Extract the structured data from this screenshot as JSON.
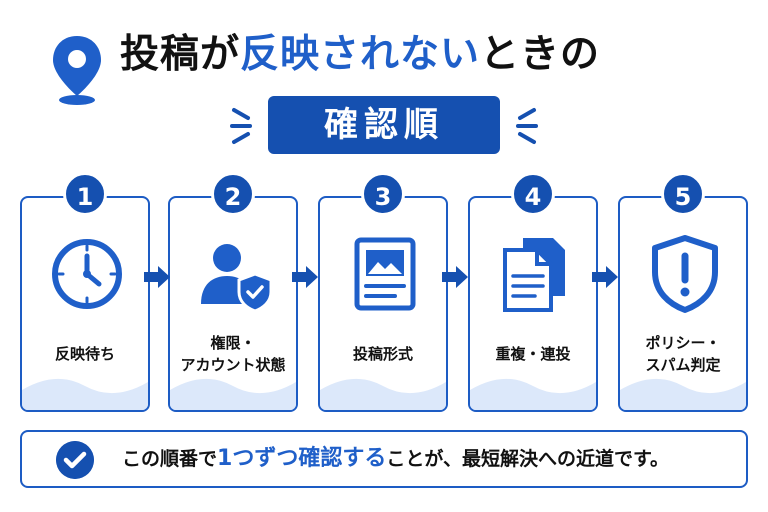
{
  "header": {
    "title_part1": "投稿が",
    "title_highlight": "反映されない",
    "title_part2": "ときの",
    "subtitle": "確認順"
  },
  "steps": [
    {
      "number": "1",
      "label_line1": "反映待ち",
      "label_line2": "",
      "icon": "clock-icon"
    },
    {
      "number": "2",
      "label_line1": "権限・",
      "label_line2": "アカウント状態",
      "icon": "user-shield-icon"
    },
    {
      "number": "3",
      "label_line1": "投稿形式",
      "label_line2": "",
      "icon": "document-image-icon"
    },
    {
      "number": "4",
      "label_line1": "重複・連投",
      "label_line2": "",
      "icon": "duplicate-documents-icon"
    },
    {
      "number": "5",
      "label_line1": "ポリシー・",
      "label_line2": "スパム判定",
      "icon": "warning-shield-icon"
    }
  ],
  "footer": {
    "text_part1": "この順番で",
    "text_highlight": "1つずつ確認する",
    "text_part2": "ことが、最短解決への近道です。"
  },
  "colors": {
    "primary": "#1550b0",
    "accent": "#1f5fc9",
    "light": "#dce8fa"
  }
}
